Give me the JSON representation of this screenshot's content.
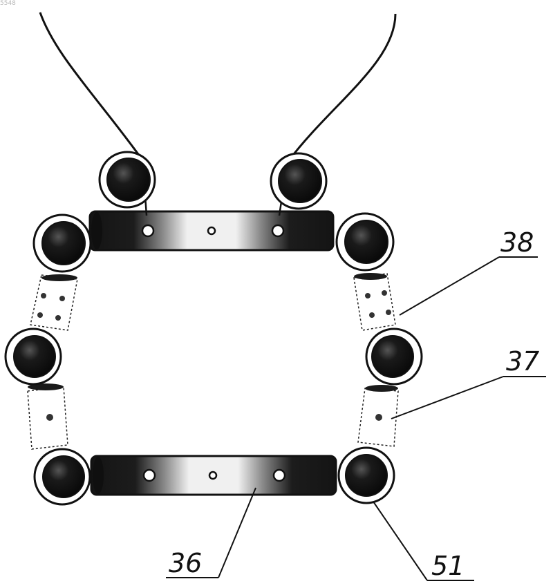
{
  "figure": {
    "corner_id": "5548",
    "labels": {
      "ref_38": "38",
      "ref_37": "37",
      "ref_36": "36",
      "ref_51": "51"
    }
  },
  "colors": {
    "ink": "#111111",
    "ring": "#f4f4f4",
    "bead": "#161616",
    "bar_dark": "#1a1a1a",
    "bar_light": "#f2f2f2"
  }
}
